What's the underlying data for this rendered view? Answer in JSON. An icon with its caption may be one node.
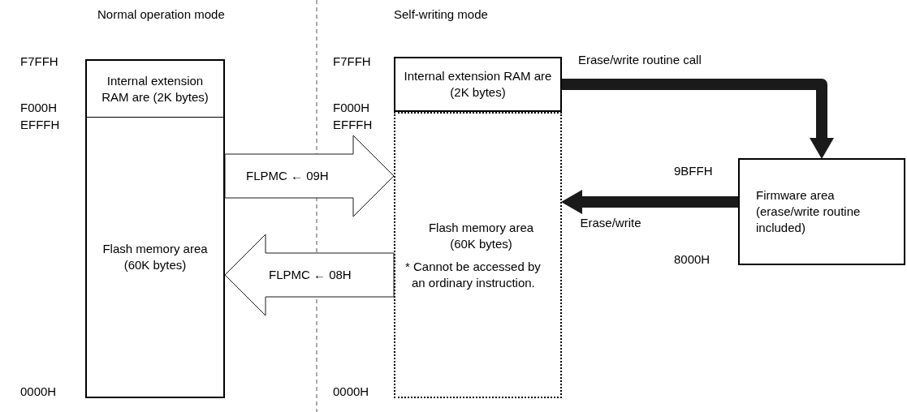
{
  "diagram": {
    "nodes": [
      {
        "text": [
          "Internal extension RAM are (2K bytes)"
        ]
      },
      {
        "text": [
          "Flash memory area (60K bytes)"
        ]
      },
      {
        "text": [
          "Internal extension RAM are (2K bytes)"
        ]
      },
      {
        "text": [
          "Flash memory area (60K bytes)",
          "* Cannot be accessed by an ordinary instruction."
        ]
      },
      {
        "text": [
          "Firmware area (erase/write routine included)"
        ]
      }
    ],
    "edges": [
      {
        "from": 1,
        "to": 3,
        "arrow": "to",
        "label": "FLPMC ← 09H",
        "style": "thick"
      },
      {
        "from": 3,
        "to": 1,
        "arrow": "to",
        "label": "FLPMC ← 08H",
        "style": "thick"
      },
      {
        "from": 2,
        "to": 4,
        "arrow": "to",
        "label": "Erase/write routine call"
      },
      {
        "from": 4,
        "to": 3,
        "arrow": "to",
        "label": "Erase/write"
      }
    ],
    "labels": [
      "Normal operation mode",
      "Self-writing mode",
      "F7FFH",
      "F7FFH",
      "F000H",
      "F000H",
      "EFFFH",
      "EFFFH",
      "9BFFH",
      "8000H",
      "0000H",
      "0000H"
    ]
  }
}
